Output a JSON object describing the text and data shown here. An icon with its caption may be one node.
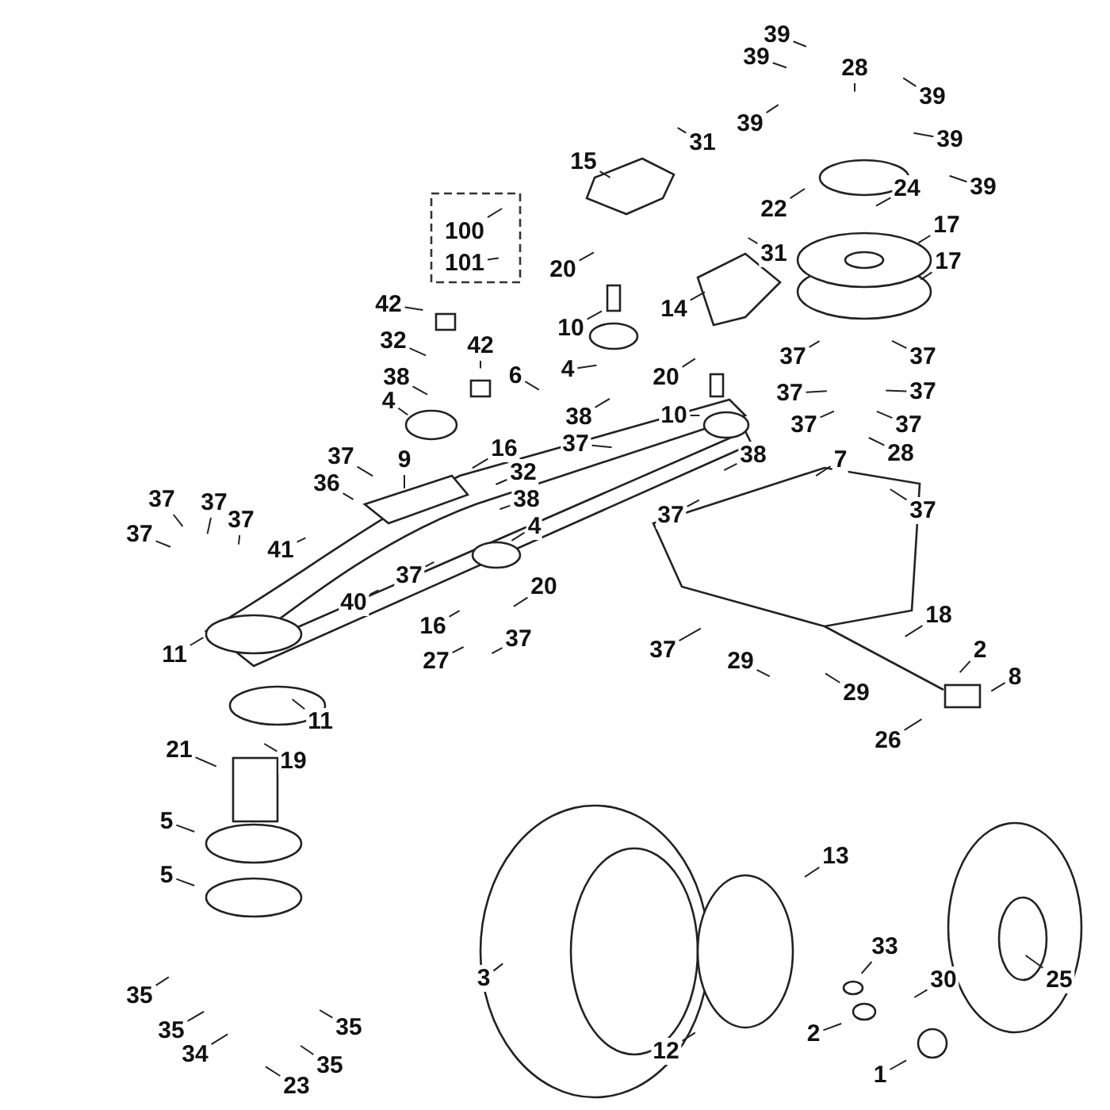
{
  "diagram": {
    "nodes": [
      {
        "text": [
          "39"
        ]
      },
      {
        "text": [
          "39"
        ]
      },
      {
        "text": [
          "28"
        ]
      },
      {
        "text": [
          "39"
        ]
      },
      {
        "text": [
          "39"
        ]
      },
      {
        "text": [
          "39"
        ]
      },
      {
        "text": [
          "31"
        ]
      },
      {
        "text": [
          "15"
        ]
      },
      {
        "text": [
          "39"
        ]
      },
      {
        "text": [
          "22"
        ]
      },
      {
        "text": [
          "24"
        ]
      },
      {
        "text": [
          "17"
        ]
      },
      {
        "text": [
          "100"
        ]
      },
      {
        "text": [
          "31"
        ]
      },
      {
        "text": [
          "17"
        ]
      },
      {
        "text": [
          "101"
        ]
      },
      {
        "text": [
          "20"
        ]
      },
      {
        "text": [
          "42"
        ]
      },
      {
        "text": [
          "14"
        ]
      },
      {
        "text": [
          "10"
        ]
      },
      {
        "text": [
          "32"
        ]
      },
      {
        "text": [
          "42"
        ]
      },
      {
        "text": [
          "37"
        ]
      },
      {
        "text": [
          "37"
        ]
      },
      {
        "text": [
          "6"
        ]
      },
      {
        "text": [
          "4"
        ]
      },
      {
        "text": [
          "20"
        ]
      },
      {
        "text": [
          "38"
        ]
      },
      {
        "text": [
          "37"
        ]
      },
      {
        "text": [
          "37"
        ]
      },
      {
        "text": [
          "4"
        ]
      },
      {
        "text": [
          "10"
        ]
      },
      {
        "text": [
          "38"
        ]
      },
      {
        "text": [
          "37"
        ]
      },
      {
        "text": [
          "37"
        ]
      },
      {
        "text": [
          "28"
        ]
      },
      {
        "text": [
          "37"
        ]
      },
      {
        "text": [
          "16"
        ]
      },
      {
        "text": [
          "38"
        ]
      },
      {
        "text": [
          "37"
        ]
      },
      {
        "text": [
          "9"
        ]
      },
      {
        "text": [
          "7"
        ]
      },
      {
        "text": [
          "32"
        ]
      },
      {
        "text": [
          "36"
        ]
      },
      {
        "text": [
          "37"
        ]
      },
      {
        "text": [
          "37"
        ]
      },
      {
        "text": [
          "38"
        ]
      },
      {
        "text": [
          "37"
        ]
      },
      {
        "text": [
          "37"
        ]
      },
      {
        "text": [
          "37"
        ]
      },
      {
        "text": [
          "4"
        ]
      },
      {
        "text": [
          "37"
        ]
      },
      {
        "text": [
          "41"
        ]
      },
      {
        "text": [
          "37"
        ]
      },
      {
        "text": [
          "20"
        ]
      },
      {
        "text": [
          "40"
        ]
      },
      {
        "text": [
          "18"
        ]
      },
      {
        "text": [
          "16"
        ]
      },
      {
        "text": [
          "37"
        ]
      },
      {
        "text": [
          "37"
        ]
      },
      {
        "text": [
          "2"
        ]
      },
      {
        "text": [
          "11"
        ]
      },
      {
        "text": [
          "27"
        ]
      },
      {
        "text": [
          "29"
        ]
      },
      {
        "text": [
          "8"
        ]
      },
      {
        "text": [
          "29"
        ]
      },
      {
        "text": [
          "11"
        ]
      },
      {
        "text": [
          "26"
        ]
      },
      {
        "text": [
          "21"
        ]
      },
      {
        "text": [
          "19"
        ]
      },
      {
        "text": [
          "5"
        ]
      },
      {
        "text": [
          "13"
        ]
      },
      {
        "text": [
          "5"
        ]
      },
      {
        "text": [
          "33"
        ]
      },
      {
        "text": [
          "3"
        ]
      },
      {
        "text": [
          "25"
        ]
      },
      {
        "text": [
          "30"
        ]
      },
      {
        "text": [
          "35"
        ]
      },
      {
        "text": [
          "35"
        ]
      },
      {
        "text": [
          "35"
        ]
      },
      {
        "text": [
          "2"
        ]
      },
      {
        "text": [
          "12"
        ]
      },
      {
        "text": [
          "34"
        ]
      },
      {
        "text": [
          "35"
        ]
      },
      {
        "text": [
          "1"
        ]
      },
      {
        "text": [
          "23"
        ]
      }
    ],
    "edges": [
      {
        "from": 0,
        "to": null,
        "arrow": "none"
      },
      {
        "from": 1,
        "to": null,
        "arrow": "none"
      },
      {
        "from": 2,
        "to": null,
        "arrow": "none"
      },
      {
        "from": 3,
        "to": null,
        "arrow": "none"
      },
      {
        "from": 4,
        "to": null,
        "arrow": "none"
      },
      {
        "from": 5,
        "to": null,
        "arrow": "none"
      },
      {
        "from": 6,
        "to": null,
        "arrow": "none"
      },
      {
        "from": 7,
        "to": null,
        "arrow": "none"
      },
      {
        "from": 8,
        "to": null,
        "arrow": "none"
      },
      {
        "from": 9,
        "to": null,
        "arrow": "none"
      },
      {
        "from": 10,
        "to": null,
        "arrow": "none"
      },
      {
        "from": 11,
        "to": null,
        "arrow": "none"
      },
      {
        "from": 12,
        "to": null,
        "arrow": "none"
      },
      {
        "from": 13,
        "to": null,
        "arrow": "none"
      },
      {
        "from": 14,
        "to": null,
        "arrow": "none"
      },
      {
        "from": 15,
        "to": null,
        "arrow": "none"
      },
      {
        "from": 16,
        "to": null,
        "arrow": "none"
      },
      {
        "from": 17,
        "to": null,
        "arrow": "none"
      },
      {
        "from": 18,
        "to": null,
        "arrow": "none"
      },
      {
        "from": 19,
        "to": null,
        "arrow": "none"
      },
      {
        "from": 20,
        "to": null,
        "arrow": "none"
      },
      {
        "from": 21,
        "to": null,
        "arrow": "none"
      },
      {
        "from": 22,
        "to": null,
        "arrow": "none"
      },
      {
        "from": 23,
        "to": null,
        "arrow": "none"
      },
      {
        "from": 24,
        "to": null,
        "arrow": "none"
      },
      {
        "from": 25,
        "to": null,
        "arrow": "none"
      },
      {
        "from": 26,
        "to": null,
        "arrow": "none"
      },
      {
        "from": 27,
        "to": null,
        "arrow": "none"
      },
      {
        "from": 28,
        "to": null,
        "arrow": "none"
      },
      {
        "from": 29,
        "to": null,
        "arrow": "none"
      },
      {
        "from": 30,
        "to": null,
        "arrow": "none"
      },
      {
        "from": 31,
        "to": null,
        "arrow": "none"
      },
      {
        "from": 32,
        "to": null,
        "arrow": "none"
      },
      {
        "from": 33,
        "to": null,
        "arrow": "none"
      },
      {
        "from": 34,
        "to": null,
        "arrow": "none"
      },
      {
        "from": 35,
        "to": null,
        "arrow": "none"
      },
      {
        "from": 36,
        "to": null,
        "arrow": "none"
      },
      {
        "from": 37,
        "to": null,
        "arrow": "none"
      },
      {
        "from": 38,
        "to": null,
        "arrow": "none"
      },
      {
        "from": 39,
        "to": null,
        "arrow": "none"
      },
      {
        "from": 40,
        "to": null,
        "arrow": "none"
      },
      {
        "from": 41,
        "to": null,
        "arrow": "none"
      },
      {
        "from": 42,
        "to": null,
        "arrow": "none"
      },
      {
        "from": 43,
        "to": null,
        "arrow": "none"
      },
      {
        "from": 44,
        "to": null,
        "arrow": "none"
      },
      {
        "from": 45,
        "to": null,
        "arrow": "none"
      },
      {
        "from": 46,
        "to": null,
        "arrow": "none"
      },
      {
        "from": 47,
        "to": null,
        "arrow": "none"
      },
      {
        "from": 48,
        "to": null,
        "arrow": "none"
      },
      {
        "from": 49,
        "to": null,
        "arrow": "none"
      },
      {
        "from": 50,
        "to": null,
        "arrow": "none"
      },
      {
        "from": 51,
        "to": null,
        "arrow": "none"
      },
      {
        "from": 52,
        "to": null,
        "arrow": "none"
      },
      {
        "from": 53,
        "to": null,
        "arrow": "none"
      },
      {
        "from": 54,
        "to": null,
        "arrow": "none"
      },
      {
        "from": 55,
        "to": null,
        "arrow": "none"
      },
      {
        "from": 56,
        "to": null,
        "arrow": "none"
      },
      {
        "from": 57,
        "to": null,
        "arrow": "none"
      },
      {
        "from": 58,
        "to": null,
        "arrow": "none"
      },
      {
        "from": 59,
        "to": null,
        "arrow": "none"
      },
      {
        "from": 60,
        "to": null,
        "arrow": "none"
      },
      {
        "from": 61,
        "to": null,
        "arrow": "none"
      },
      {
        "from": 62,
        "to": null,
        "arrow": "none"
      },
      {
        "from": 63,
        "to": null,
        "arrow": "none"
      },
      {
        "from": 64,
        "to": null,
        "arrow": "none"
      },
      {
        "from": 65,
        "to": null,
        "arrow": "none"
      },
      {
        "from": 66,
        "to": null,
        "arrow": "none"
      },
      {
        "from": 67,
        "to": null,
        "arrow": "none"
      },
      {
        "from": 68,
        "to": null,
        "arrow": "none"
      },
      {
        "from": 69,
        "to": null,
        "arrow": "none"
      },
      {
        "from": 70,
        "to": null,
        "arrow": "none"
      },
      {
        "from": 71,
        "to": null,
        "arrow": "none"
      },
      {
        "from": 72,
        "to": null,
        "arrow": "none"
      },
      {
        "from": 73,
        "to": null,
        "arrow": "none"
      },
      {
        "from": 74,
        "to": null,
        "arrow": "none"
      },
      {
        "from": 75,
        "to": null,
        "arrow": "none"
      },
      {
        "from": 76,
        "to": null,
        "arrow": "none"
      },
      {
        "from": 77,
        "to": null,
        "arrow": "none"
      },
      {
        "from": 78,
        "to": null,
        "arrow": "none"
      },
      {
        "from": 79,
        "to": null,
        "arrow": "none"
      },
      {
        "from": 80,
        "to": null,
        "arrow": "none"
      },
      {
        "from": 81,
        "to": null,
        "arrow": "none"
      },
      {
        "from": 82,
        "to": null,
        "arrow": "none"
      },
      {
        "from": 83,
        "to": null,
        "arrow": "none"
      },
      {
        "from": 84,
        "to": null,
        "arrow": "none"
      },
      {
        "from": 85,
        "to": null,
        "arrow": "none"
      }
    ]
  }
}
